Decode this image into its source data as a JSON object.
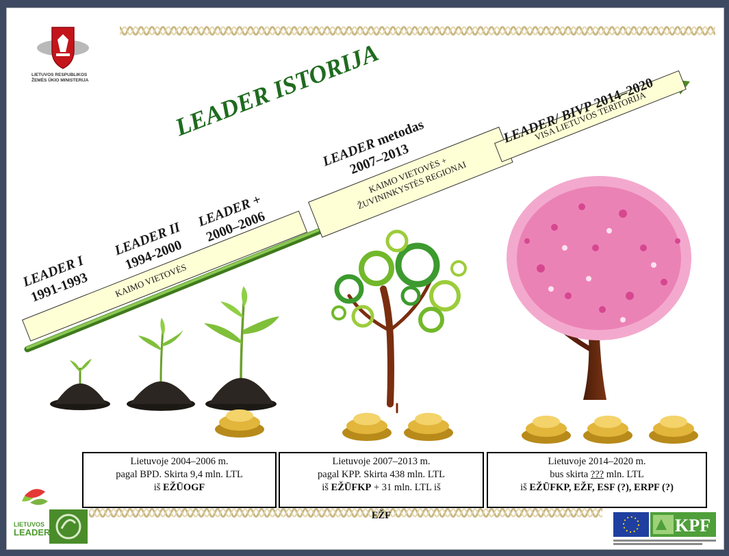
{
  "ministry": {
    "line1": "LIETUVOS RESPUBLIKOS",
    "line2": "ŽEMĖS ŪKIO MINISTERIJA"
  },
  "title": "LEADER ISTORIJA",
  "periods": [
    {
      "name": "LEADER I",
      "years": "1991-1993"
    },
    {
      "name": "LEADER II",
      "years": "1994-2000"
    },
    {
      "name": "LEADER +",
      "years": "2000–2006"
    },
    {
      "name": "LEADER",
      "suffix": " metodas",
      "years": "2007–2013"
    },
    {
      "name": "LEADER/ BIVP",
      "years": "2014–2020"
    }
  ],
  "bands": [
    {
      "text": "KAIMO VIETOVĖS"
    },
    {
      "line1": "KAIMO VIETOVĖS +",
      "line2": "ŽUVININKYSTĖS REGIONAI"
    },
    {
      "text": "VISA LIETUVOS TERITORIJA"
    }
  ],
  "infoboxes": [
    {
      "line1": "Lietuvoje 2004–2006 m.",
      "line2": "pagal BPD. Skirta 9,4 mln. LTL",
      "line3_pre": "iš ",
      "line3_bold": "EŽŪOGF",
      "line3_post": "",
      "line4": ""
    },
    {
      "line1": "Lietuvoje 2007–2013 m.",
      "line2": "pagal KPP. Skirta 438 mln. LTL",
      "line3_pre": "iš ",
      "line3_bold": "EŽŪFKP",
      "line3_post": " + 31 mln. LTL iš",
      "line4": "EŽF"
    },
    {
      "line1": "Lietuvoje 2014–2020 m.",
      "line2_pre": "bus skirta ",
      "line2_u": "???",
      "line2_post": " mln. LTL",
      "line3_pre": "iš ",
      "line3_bold": "EŽŪFKP, EŽF, ESF (?), ERPF (?)"
    }
  ],
  "logos": {
    "leader_word1": "LIETUVOS",
    "leader_word2": "LEADER",
    "kpf": "KPF"
  },
  "colors": {
    "title_green": "#1f6b1f",
    "arrow_green": "#5a9a2e",
    "band_fill": "#ffffd6",
    "blossom_pink": "#e46da7"
  }
}
